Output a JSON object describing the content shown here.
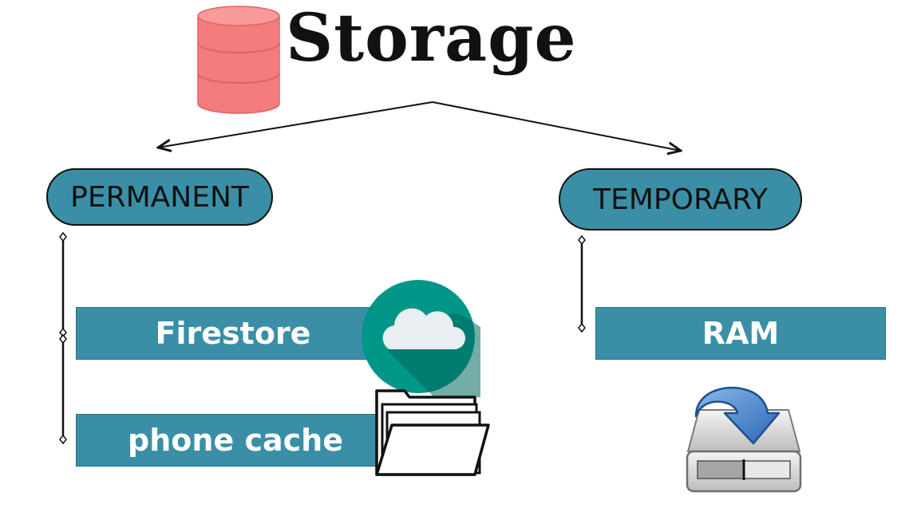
{
  "title": "Storage",
  "branches": {
    "permanent": {
      "label": "PERMANENT",
      "items": [
        "Firestore",
        "phone cache"
      ]
    },
    "temporary": {
      "label": "TEMPORARY",
      "items": [
        "RAM"
      ]
    }
  },
  "icons": {
    "title": "database-icon",
    "firestore": "cloud-icon",
    "phone_cache": "folder-icon",
    "ram": "drive-save-icon"
  },
  "colors": {
    "node_fill": "#3a8fa6",
    "database": "#f47c7c",
    "cloud_badge": "#009688"
  }
}
